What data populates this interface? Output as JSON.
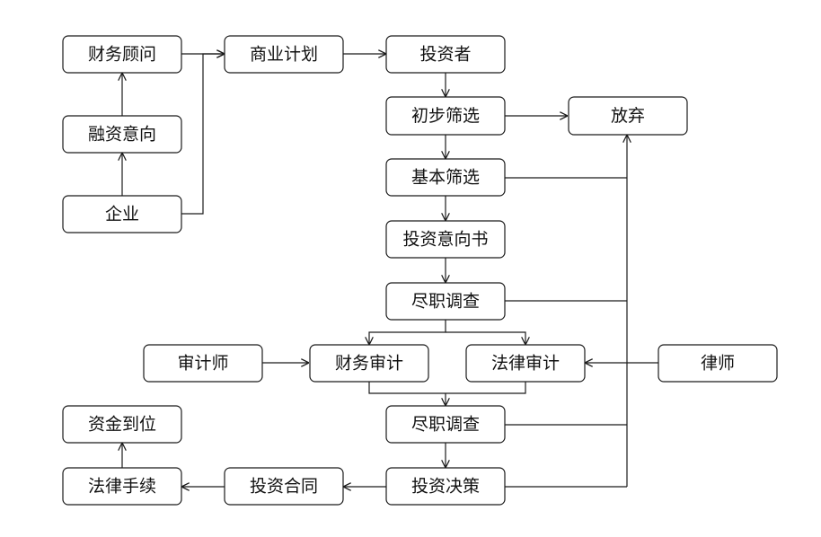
{
  "nodes": {
    "caiwu_guwen": "财务顾问",
    "rongzi_yixiang": "融资意向",
    "qiye": "企业",
    "shangye_jihua": "商业计划",
    "touzizhe": "投资者",
    "chubu_shaixuan": "初步筛选",
    "fangqi": "放弃",
    "jiben_shaixuan": "基本筛选",
    "touzi_yixiangshu": "投资意向书",
    "jinzhi_diaocha_1": "尽职调查",
    "shenjishi": "审计师",
    "caiwu_shenji": "财务审计",
    "falv_shenji": "法律审计",
    "lvshi": "律师",
    "jinzhi_diaocha_2": "尽职调查",
    "zijin_daowei": "资金到位",
    "falv_shouxu": "法律手续",
    "touzi_hetong": "投资合同",
    "touzi_juece": "投资决策"
  }
}
